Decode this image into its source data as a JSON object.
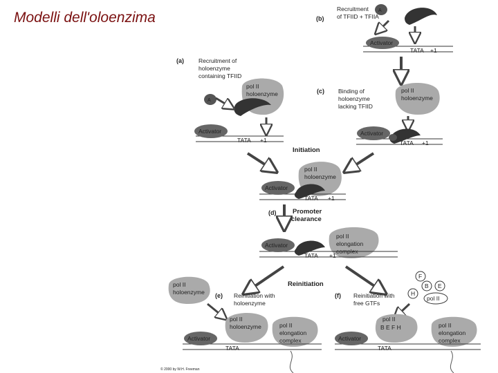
{
  "slide": {
    "title": "Modelli dell'oloenzima"
  },
  "panels": {
    "a": {
      "letter": "(a)",
      "caption": [
        "Recruitment of",
        "holoenzyme",
        "containing TFIID"
      ]
    },
    "b": {
      "letter": "(b)",
      "caption": [
        "Recruitment",
        "of TFIID + TFIIA"
      ]
    },
    "c": {
      "letter": "(c)",
      "caption": [
        "Binding of",
        "holoenzyme",
        "lacking TFIID"
      ]
    },
    "d": {
      "letter": "(d)"
    },
    "e": {
      "letter": "(e)",
      "caption": [
        "Reinitiation with",
        "holoenzyme"
      ]
    },
    "f": {
      "letter": "(f)",
      "caption": [
        "Reinitiation with",
        "free GTFs"
      ]
    }
  },
  "labels": {
    "initiation": "Initiation",
    "promoter_clearance": [
      "Promoter",
      "clearance"
    ],
    "reinitiation": "Reinitiation",
    "activator": "Activator",
    "activator_short": "A",
    "tata": "TATA",
    "plus1": "+1",
    "holoenzyme": [
      "pol II",
      "holoenzyme"
    ],
    "elongation": [
      "pol II",
      "elongation",
      "complex"
    ],
    "gtf_letters": "B E F H",
    "free_factors": {
      "F": "F",
      "B": "B",
      "E": "E",
      "H": "H",
      "pol2": "pol II"
    }
  },
  "credit": "© 2000 by W.H. Freeman"
}
